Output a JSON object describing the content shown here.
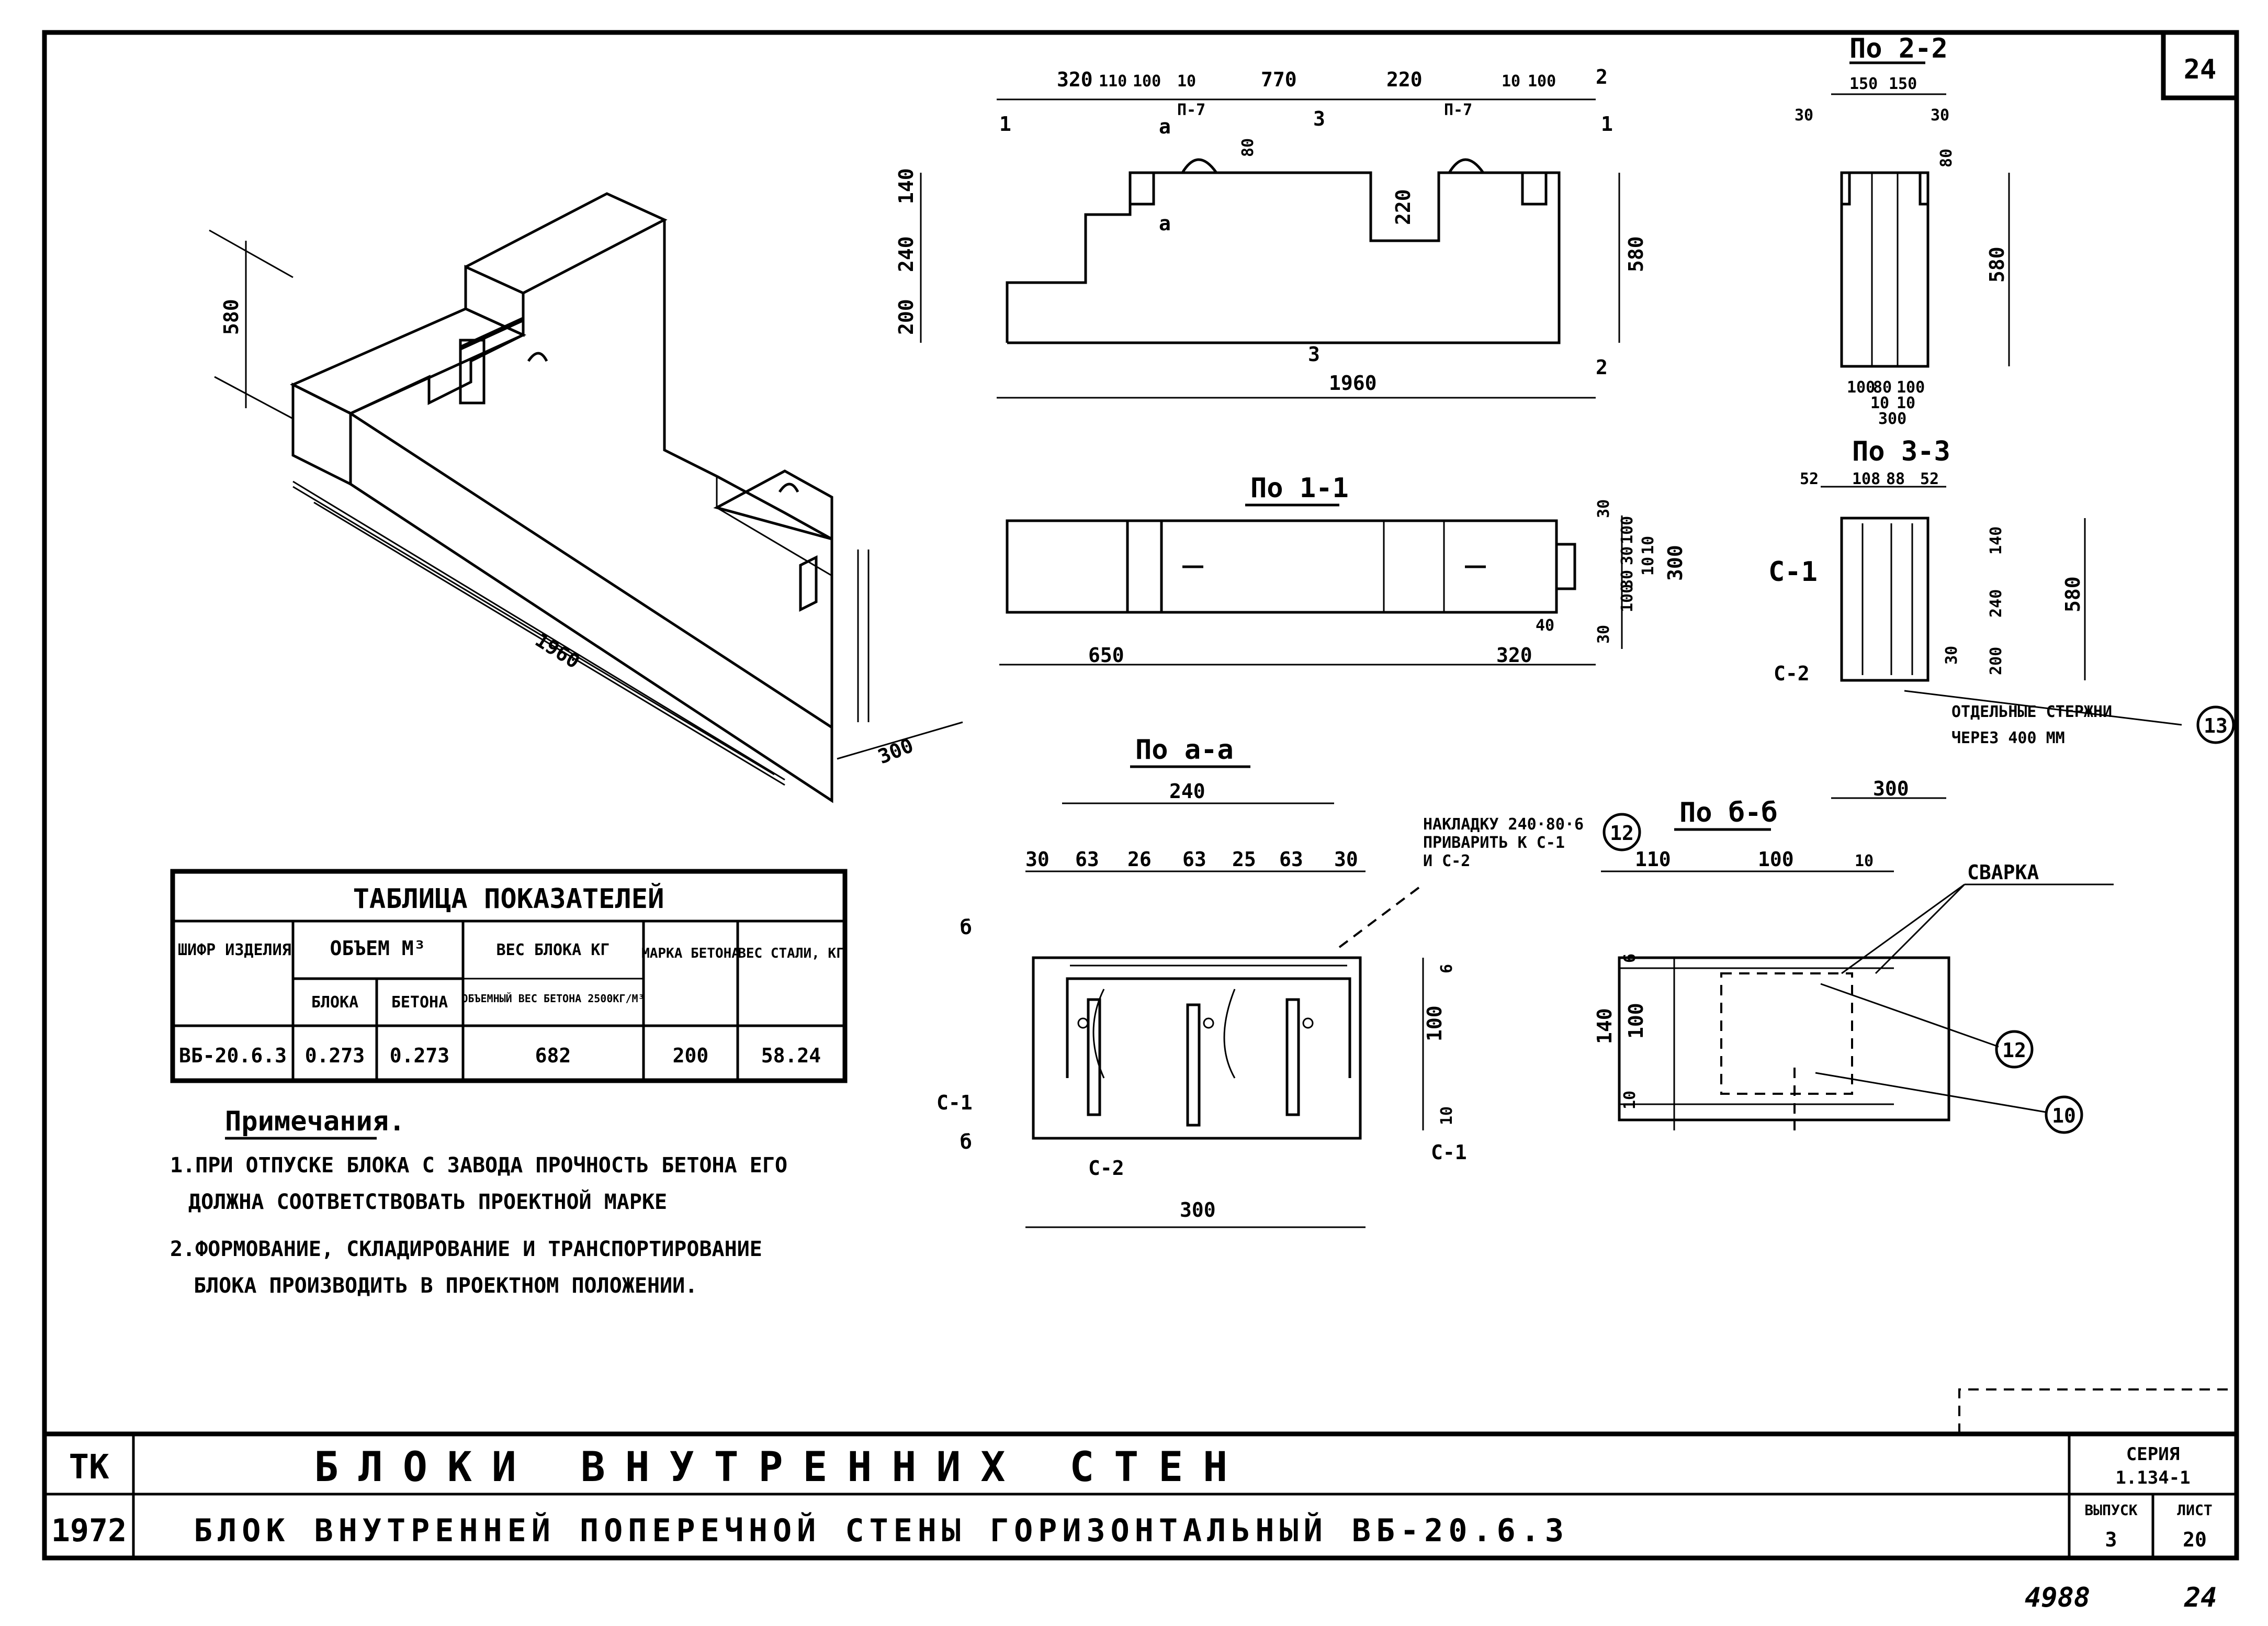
{
  "sheet": {
    "number": "24",
    "stamp_left": "4988",
    "stamp_right": "24"
  },
  "title_block": {
    "org": "ТК",
    "year": "1972",
    "title_main": "БЛОКИ ВНУТРЕННИХ СТЕН",
    "title_sub": "БЛОК ВНУТРЕННЕЙ ПОПЕРЕЧНОЙ СТЕНЫ ГОРИЗОНТАЛЬНЫЙ ВБ-20.6.3",
    "series_label": "СЕРИЯ",
    "series_value": "1.134-1",
    "issue_label": "ВЫПУСК",
    "issue_value": "3",
    "sheet_label": "ЛИСТ",
    "sheet_value": "20"
  },
  "isometric": {
    "dim_height": "580",
    "dim_length": "1960",
    "dim_width": "300"
  },
  "elevation": {
    "top_dims": [
      "320",
      "110",
      "100",
      "10",
      "770",
      "220",
      "10",
      "100"
    ],
    "left_dims": [
      "140",
      "240",
      "200"
    ],
    "right_dim": "580",
    "bottom_dim": "1960",
    "inner_dim": "220",
    "loop_label": "П-7",
    "loop_dim": "80",
    "cuts": [
      "1",
      "1",
      "2",
      "2",
      "3",
      "3",
      "а",
      "а"
    ]
  },
  "section_22": {
    "title": "По 2-2",
    "top": [
      "150",
      "150"
    ],
    "sides": [
      "30",
      "30"
    ],
    "small": "80",
    "height": "580",
    "bottom": [
      "100",
      "80",
      "100"
    ],
    "bottom2": [
      "10",
      "10"
    ],
    "total": "300"
  },
  "section_11": {
    "title": "По 1-1",
    "left": "650",
    "right": "320",
    "small": "40",
    "right_dims": [
      "30",
      "100",
      "30",
      "10",
      "10",
      "30",
      "100"
    ],
    "total": "300",
    "bottom": "30"
  },
  "section_33": {
    "title": "По 3-3",
    "top": [
      "52",
      "108",
      "88",
      "52"
    ],
    "left_dims": [
      "140",
      "240",
      "200"
    ],
    "inner": "30",
    "height": "580",
    "width": "300",
    "c1": "С-1",
    "c2": "С-2",
    "note1": "ОТДЕЛЬНЫЕ СТЕРЖНИ",
    "note2": "ЧЕРЕЗ 400 ММ",
    "callout": "13"
  },
  "section_aa": {
    "title": "По а-а",
    "total": "240",
    "dims": [
      "30",
      "63",
      "26",
      "63",
      "25",
      "63",
      "30"
    ],
    "right": [
      "6",
      "100",
      "10"
    ],
    "bottom": "300",
    "c1": "С-1",
    "c2": "С-2",
    "b": "б",
    "note1": "НАКЛАДКУ 240·80·6",
    "note2": "ПРИВАРИТЬ К С-1",
    "note3": "И С-2",
    "callout": "12"
  },
  "section_bb": {
    "title": "По б-б",
    "top": [
      "110",
      "100",
      "10"
    ],
    "left": [
      "6",
      "100",
      "10"
    ],
    "left_total": "140",
    "weld": "СВАРКА",
    "callout1": "12",
    "callout2": "10"
  },
  "table": {
    "title": "ТАБЛИЦА ПОКАЗАТЕЛЕЙ",
    "h_code": "ШИФР ИЗДЕЛИЯ",
    "h_volume": "ОБЪЕМ М³",
    "h_block": "БЛОКА",
    "h_concrete": "БЕТОНА",
    "h_weight": "ВЕС БЛОКА КГ",
    "h_weight_note": "ОБЪЕМНЫЙ ВЕС БЕТОНА 2500КГ/М³",
    "h_grade": "МАРКА БЕТОНА",
    "h_steel": "ВЕС СТАЛИ, КГ",
    "row": {
      "code": "ВБ-20.6.3",
      "vblock": "0.273",
      "vconcrete": "0.273",
      "weight": "682",
      "grade": "200",
      "steel": "58.24"
    }
  },
  "notes": {
    "title": "Примечания.",
    "n1a": "1.ПРИ ОТПУСКЕ БЛОКА С ЗАВОДА ПРОЧНОСТЬ БЕТОНА ЕГО",
    "n1b": "ДОЛЖНА СООТВЕТСТВОВАТЬ ПРОЕКТНОЙ МАРКЕ",
    "n2a": "2.ФОРМОВАНИЕ, СКЛАДИРОВАНИЕ И ТРАНСПОРТИРОВАНИЕ",
    "n2b": "БЛОКА ПРОИЗВОДИТЬ В ПРОЕКТНОМ ПОЛОЖЕНИИ."
  }
}
